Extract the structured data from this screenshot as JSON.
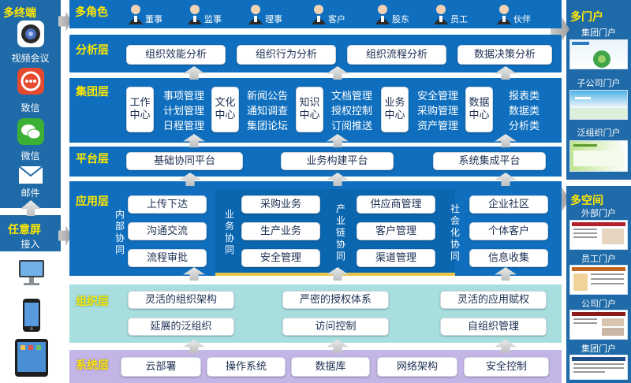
{
  "left": {
    "multi_terminal_title": "多终端",
    "items": [
      {
        "label": "视频会议",
        "icon": "video-conference-icon"
      },
      {
        "label": "致信",
        "icon": "zhixin-icon"
      },
      {
        "label": "微信",
        "icon": "wechat-icon"
      },
      {
        "label": "邮件",
        "icon": "mail-icon"
      }
    ],
    "any_screen_title": "任意屏",
    "any_screen_sub": "接入",
    "devices": [
      "desktop-computer-icon",
      "smartphone-icon",
      "tablet-icon"
    ]
  },
  "right": {
    "portal_title": "多门户",
    "portals": [
      "集团门户",
      "子公司门户",
      "泛组织门户"
    ],
    "space_title": "多空间",
    "spaces": [
      "外部门户",
      "员工门户",
      "公司门户",
      "集团门户"
    ]
  },
  "roles": {
    "title": "多角色",
    "items": [
      "董事",
      "监事",
      "理事",
      "客户",
      "股东",
      "员工",
      "伙伴"
    ]
  },
  "analysis": {
    "title": "分析层",
    "items": [
      "组织效能分析",
      "组织行为分析",
      "组织流程分析",
      "数据决策分析"
    ]
  },
  "group": {
    "title": "集团层",
    "work_center": "工作\n中心",
    "work_items": "事项管理\n计划管理\n日程管理",
    "culture_center": "文化\n中心",
    "culture_items": "新闻公告\n通知调查\n集团论坛",
    "knowledge_center": "知识\n中心",
    "knowledge_items": "文档管理\n授权控制\n订阅推送",
    "business_center": "业务\n中心",
    "business_items": "安全管理\n采购管理\n资产管理",
    "data_center": "数据\n中心",
    "data_items": "报表类\n数据类\n分析类"
  },
  "platform": {
    "title": "平台层",
    "items": [
      "基础协同平台",
      "业务构建平台",
      "系统集成平台"
    ]
  },
  "application": {
    "title": "应用层",
    "internal_label": "内\n部\n协\n同",
    "internal": [
      "上传下达",
      "沟通交流",
      "流程审批"
    ],
    "business_label": "业\n务\n协\n同",
    "business": [
      "采购业务",
      "生产业务",
      "安全管理"
    ],
    "chain_label": "产\n业\n链\n协\n同",
    "chain": [
      "供应商管理",
      "客户管理",
      "渠道管理"
    ],
    "social_label": "社\n会\n化\n协\n同",
    "social": [
      "企业社区",
      "个体客户",
      "信息收集"
    ]
  },
  "organization": {
    "title": "组织层",
    "row1": [
      "灵活的组织架构",
      "严密的授权体系",
      "灵活的应用赋权"
    ],
    "row2": [
      "延展的泛组织",
      "访问控制",
      "自组织管理"
    ]
  },
  "system": {
    "title": "系统层",
    "items": [
      "云部署",
      "操作系统",
      "数据库",
      "网络架构",
      "安全控制"
    ]
  },
  "colors": {
    "band_blue": "#0f6fbe",
    "panel_blue": "#1f6aa8",
    "org_band": "#a9dede",
    "sys_band": "#c3b5e6",
    "title_yellow": "#ffe800",
    "box_text": "#1c2f52"
  }
}
